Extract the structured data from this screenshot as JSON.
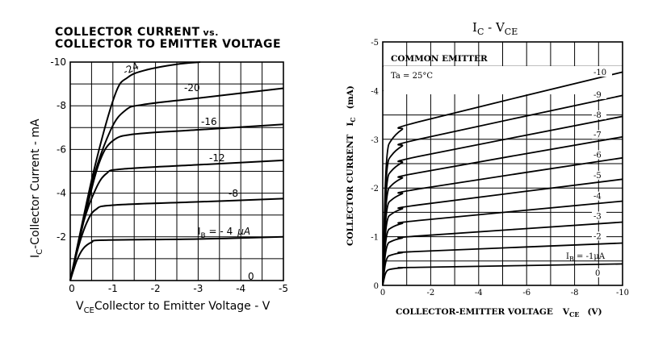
{
  "chart_data": [
    {
      "type": "line",
      "title_line1": "COLLECTOR CURRENT",
      "title_vs": "vs.",
      "title_line2": "COLLECTOR TO EMITTER VOLTAGE",
      "xlabel": "Collector to Emitter Voltage - V",
      "xlabel_symbol": "V",
      "xlabel_sub": "CE",
      "ylabel": "-Collector Current - mA",
      "ylabel_symbol": "I",
      "ylabel_sub": "C",
      "xlim": [
        0,
        -5
      ],
      "ylim": [
        0,
        -10
      ],
      "grid": true,
      "x_ticks": [
        "0",
        "-1",
        "-2",
        "-3",
        "-4",
        "-5"
      ],
      "y_ticks": [
        "-10",
        "-8",
        "-6",
        "-4",
        "-2"
      ],
      "series": [
        {
          "name": "-24",
          "label": "-24",
          "points": [
            [
              0,
              0
            ],
            [
              -0.55,
              -5
            ],
            [
              -1.05,
              -8.5
            ],
            [
              -1.35,
              -9.3
            ],
            [
              -1.8,
              -9.65
            ],
            [
              -2.5,
              -9.9
            ],
            [
              -3.05,
              -10
            ]
          ]
        },
        {
          "name": "-20",
          "label": "-20",
          "points": [
            [
              0,
              0
            ],
            [
              -0.5,
              -4.4
            ],
            [
              -0.95,
              -6.9
            ],
            [
              -1.3,
              -7.8
            ],
            [
              -1.7,
              -8.05
            ],
            [
              -3,
              -8.35
            ],
            [
              -5,
              -8.8
            ]
          ]
        },
        {
          "name": "-16",
          "label": "-16",
          "points": [
            [
              0,
              0
            ],
            [
              -0.4,
              -3.4
            ],
            [
              -0.7,
              -5.5
            ],
            [
              -1,
              -6.4
            ],
            [
              -1.5,
              -6.7
            ],
            [
              -3,
              -6.9
            ],
            [
              -5,
              -7.15
            ]
          ]
        },
        {
          "name": "-12",
          "label": "-12",
          "points": [
            [
              0,
              0
            ],
            [
              -0.3,
              -2.6
            ],
            [
              -0.6,
              -4.2
            ],
            [
              -0.85,
              -4.9
            ],
            [
              -1.2,
              -5.1
            ],
            [
              -3,
              -5.3
            ],
            [
              -5,
              -5.5
            ]
          ]
        },
        {
          "name": "-8",
          "label": "-8",
          "points": [
            [
              0,
              0
            ],
            [
              -0.2,
              -1.6
            ],
            [
              -0.4,
              -2.7
            ],
            [
              -0.6,
              -3.25
            ],
            [
              -1,
              -3.45
            ],
            [
              -3,
              -3.6
            ],
            [
              -5,
              -3.75
            ]
          ]
        },
        {
          "name": "-4",
          "label": "I_B = -4 μA",
          "points": [
            [
              0,
              0
            ],
            [
              -0.15,
              -0.9
            ],
            [
              -0.3,
              -1.45
            ],
            [
              -0.5,
              -1.75
            ],
            [
              -0.8,
              -1.85
            ],
            [
              -3,
              -1.9
            ],
            [
              -5,
              -2
            ]
          ]
        },
        {
          "name": "0",
          "label": "0",
          "points": []
        }
      ],
      "label_ib": "I",
      "label_ib_sub": "B",
      "label_ib_rest": " = - 4",
      "label_ib_unit": "μA"
    },
    {
      "type": "line",
      "title": "I",
      "title_sub1": "C",
      "title_mid": " - V",
      "title_sub2": "CE",
      "annotation_1": "COMMON EMITTER",
      "annotation_2": "Ta = 25°C",
      "xlabel": "COLLECTOR-EMITTER VOLTAGE",
      "xlabel_symbol": "V",
      "xlabel_sub": "CE",
      "xlabel_unit": "(V)",
      "ylabel": "COLLECTOR CURRENT",
      "ylabel_symbol": "I",
      "ylabel_sub": "C",
      "ylabel_unit": "(mA)",
      "xlim": [
        0,
        -10
      ],
      "ylim": [
        0,
        -5
      ],
      "grid": true,
      "x_ticks": [
        "0",
        "-2",
        "-4",
        "-6",
        "-8",
        "-10"
      ],
      "y_ticks": [
        "-5",
        "-4",
        "-3",
        "-2",
        "-1",
        "0"
      ],
      "series": [
        {
          "name": "-10",
          "label": "-10",
          "sat": 3.2,
          "end": 4.38
        },
        {
          "name": "-9",
          "label": "-9",
          "sat": 2.86,
          "end": 3.9
        },
        {
          "name": "-8",
          "label": "-8",
          "sat": 2.52,
          "end": 3.47
        },
        {
          "name": "-7",
          "label": "-7",
          "sat": 2.2,
          "end": 3.05
        },
        {
          "name": "-6",
          "label": "-6",
          "sat": 1.88,
          "end": 2.62
        },
        {
          "name": "-5",
          "label": "-5",
          "sat": 1.57,
          "end": 2.18
        },
        {
          "name": "-4",
          "label": "-4",
          "sat": 1.27,
          "end": 1.73
        },
        {
          "name": "-3",
          "label": "-3",
          "sat": 0.97,
          "end": 1.3
        },
        {
          "name": "-2",
          "label": "-2",
          "sat": 0.67,
          "end": 0.87
        },
        {
          "name": "-1",
          "label": "-1",
          "sat": 0.36,
          "end": 0.44
        },
        {
          "name": "0",
          "label": "0",
          "sat": 0,
          "end": 0
        }
      ],
      "label_ib": "I",
      "label_ib_sub": "B",
      "label_ib_rest": " = -1",
      "label_ib_unit": "μA"
    }
  ]
}
